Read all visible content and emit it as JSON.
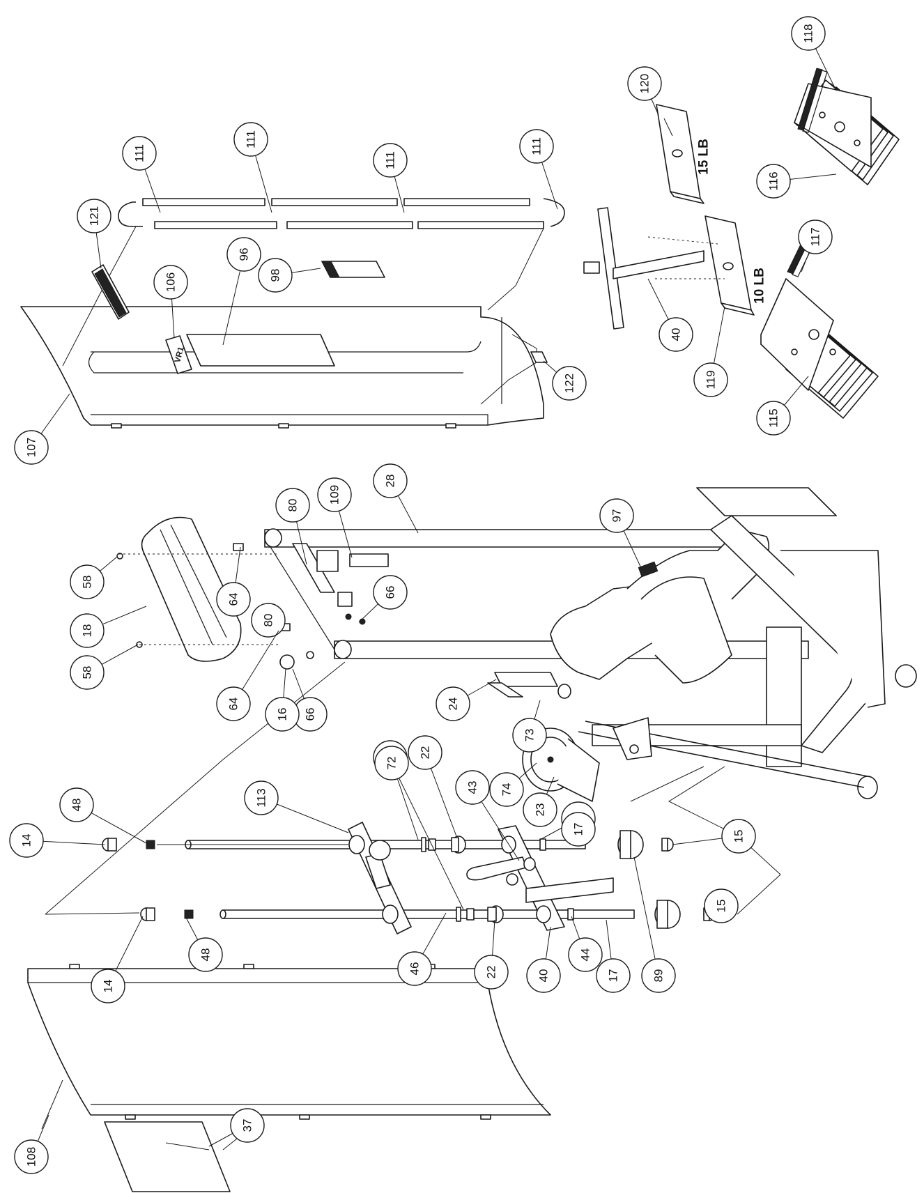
{
  "diagram": {
    "part_numbers": [
      "118",
      "116",
      "117",
      "115",
      "120",
      "119",
      "40",
      "111",
      "111",
      "111",
      "111",
      "121",
      "106",
      "96",
      "98",
      "107",
      "122",
      "28",
      "109",
      "80",
      "80",
      "97",
      "66",
      "66",
      "64",
      "64",
      "58",
      "58",
      "18",
      "16",
      "24",
      "73",
      "74",
      "23",
      "48",
      "48",
      "14",
      "14",
      "113",
      "46",
      "46",
      "72",
      "22",
      "22",
      "43",
      "44",
      "44",
      "17",
      "17",
      "15",
      "15",
      "89",
      "40",
      "108",
      "37"
    ],
    "weight_labels": [
      "15 LB",
      "10 LB"
    ],
    "logo_text": "VR1"
  }
}
